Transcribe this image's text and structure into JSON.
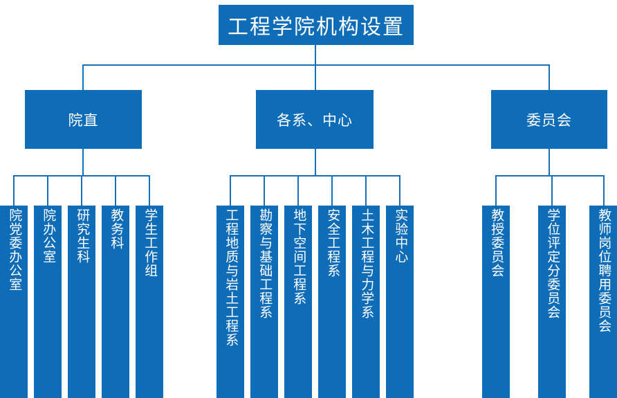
{
  "chart": {
    "type": "organizational-chart",
    "accent_color": "#0f6cb6",
    "connector_color": "#1471b9",
    "text_color": "#ffffff",
    "background_color": "#ffffff",
    "title": "工程学院机构设置",
    "levels": 3,
    "branches": [
      {
        "id": "branch-yuanzhi",
        "label": "院直",
        "children": [
          "院党委办公室",
          "院办公室",
          "研究生科",
          "教务科",
          "学生工作组"
        ]
      },
      {
        "id": "branch-xizhongxin",
        "label": "各系、中心",
        "children": [
          "工程地质与岩土工程系",
          "勘察与基础工程系",
          "地下空间工程系",
          "安全工程系",
          "土木工程与力学系",
          "实验中心"
        ]
      },
      {
        "id": "branch-weiyuanhui",
        "label": "委员会",
        "children": [
          "教授委员会",
          "学位评定分委员会",
          "教师岗位聘用委员会"
        ]
      }
    ]
  }
}
